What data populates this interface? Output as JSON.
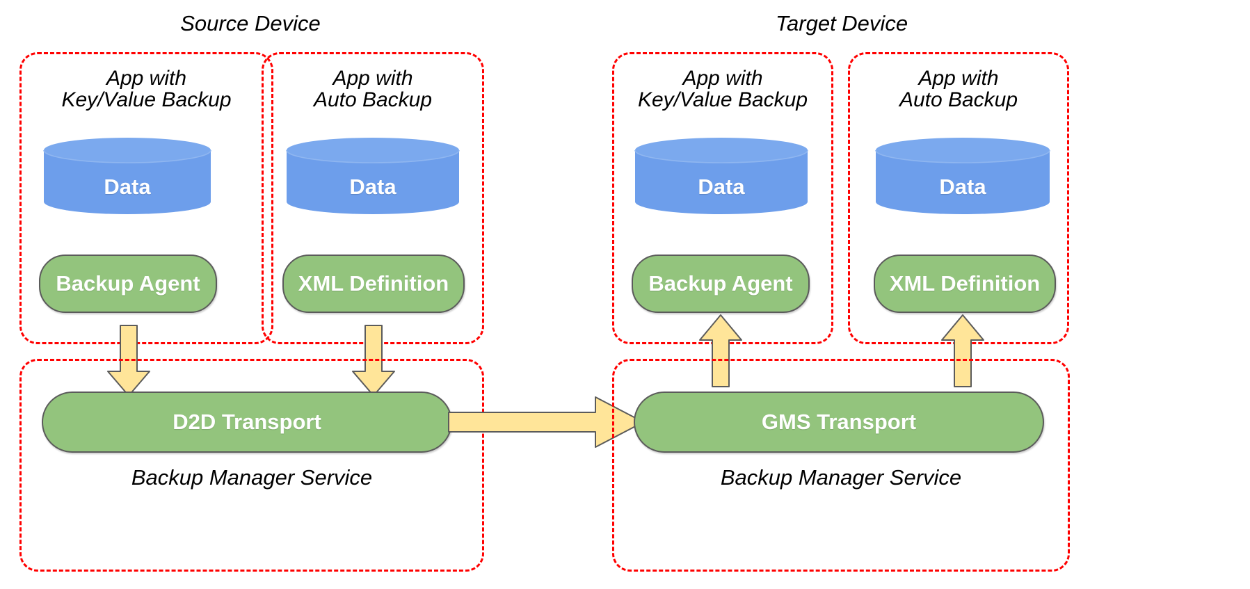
{
  "diagram": {
    "title_source": "Source Device",
    "title_target": "Target Device",
    "colors": {
      "dashed_border": "#ff0000",
      "cylinder_fill": "#6d9eeb",
      "cylinder_top": "#7ba9ee",
      "component_fill": "#93c47d",
      "component_stroke": "#5b5b5b",
      "arrow_fill": "#ffe599",
      "arrow_stroke": "#5b5b5b",
      "text_on_shape": "#ffffff",
      "background": "#ffffff"
    },
    "devices": [
      {
        "name": "source",
        "title": "Source Device",
        "apps": [
          {
            "label": "App with\nKey/Value Backup",
            "data_label": "Data",
            "component_label": "Backup Agent",
            "arrow_direction": "down"
          },
          {
            "label": "App with\nAuto Backup",
            "data_label": "Data",
            "component_label": "XML Definition",
            "arrow_direction": "down"
          }
        ],
        "manager": {
          "transport_label": "D2D Transport",
          "service_label": "Backup Manager Service"
        }
      },
      {
        "name": "target",
        "title": "Target Device",
        "apps": [
          {
            "label": "App with\nKey/Value Backup",
            "data_label": "Data",
            "component_label": "Backup Agent",
            "arrow_direction": "up"
          },
          {
            "label": "App with\nAuto Backup",
            "data_label": "Data",
            "component_label": "XML Definition",
            "arrow_direction": "up"
          }
        ],
        "manager": {
          "transport_label": "GMS Transport",
          "service_label": "Backup Manager Service"
        }
      }
    ],
    "transfer_arrow": {
      "label": "",
      "direction": "right",
      "from": "D2D Transport",
      "to": "GMS Transport"
    }
  }
}
